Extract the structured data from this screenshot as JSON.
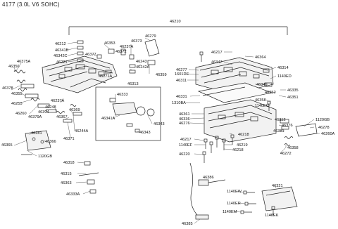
{
  "title": "4177 (3.0L V6 SOHC)",
  "labels": {
    "l46210": "46210",
    "l46212": "46212",
    "l46341B": "46341B",
    "l46342C": "46342C",
    "l46221": "46221",
    "l46377": "46377",
    "l46353": "46353",
    "l46237A_1": "46237A",
    "l46373": "46373",
    "l46279": "46279",
    "l46372": "46372",
    "l46271A": "46271A",
    "l46243": "46243",
    "l46242A": "46242A",
    "l46359": "46359",
    "l46375A": "46375A",
    "l46356": "46356",
    "l46378": "46378",
    "l46355": "46355",
    "l46255": "46255",
    "l46260": "46260",
    "l46379A": "46379A",
    "l46374": "46374",
    "l46248": "46248",
    "l46237A_2": "46237A",
    "l46369": "46369",
    "l46367": "46367",
    "l46244A": "46244A",
    "l46371": "46371",
    "l46281": "46281",
    "l46366": "46366",
    "l46365": "46365",
    "l1120GB_1": "1120GB",
    "l46313": "46313",
    "l46333": "46333",
    "l46341A": "46341A",
    "l46343_1": "46343",
    "l46343_2": "46343",
    "l46318": "46318",
    "l46315": "46315",
    "l46363": "46363",
    "l46333A": "46333A",
    "l46217": "46217",
    "l46364": "46364",
    "l46347": "46347",
    "l46314": "46314",
    "l1140ED": "1140ED",
    "l46277": "46277",
    "l1601DE": "1601DE",
    "l46311": "46311",
    "l46349": "46349",
    "l46335": "46335",
    "l46351": "46351",
    "l46352": "46352",
    "l46331": "46331",
    "l46358_1": "46358",
    "l1310BA": "1310BA",
    "l1140EC": "1140EC",
    "l46361": "46361",
    "l46312": "46312",
    "l1120GB_2": "1120GB",
    "l46336": "46336",
    "l46276": "46276",
    "l46376": "46376",
    "l46381": "46381",
    "l46278": "46278",
    "l46218_1": "46218",
    "l46260A": "46260A",
    "l46217_2": "46217",
    "l1140EF": "1140EF",
    "l46219": "46219",
    "l46218_2": "46218",
    "l46358_2": "46358",
    "l46220": "46220",
    "l46272": "46272",
    "l46386": "46386",
    "l1140EW": "1140EW",
    "l46321": "46321",
    "l1140ER": "1140ER",
    "l1140EM": "1140EM",
    "l1140EK": "1140EK",
    "l46385": "46385"
  }
}
